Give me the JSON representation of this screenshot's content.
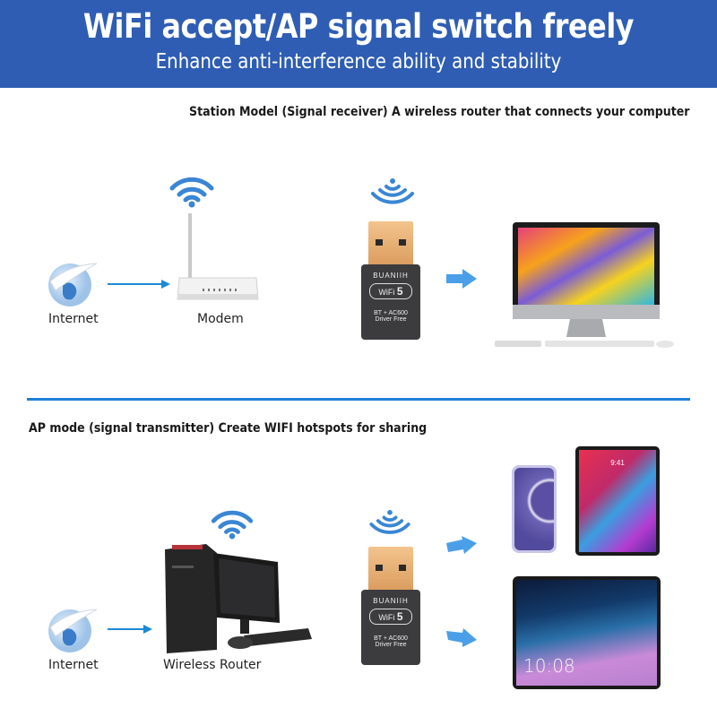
{
  "banner": {
    "title": "WiFi accept/AP signal switch freely",
    "subtitle": "Enhance anti-interference ability and stability",
    "background": "#2e5db3"
  },
  "station": {
    "heading": "Station Model (Signal receiver) A wireless router that connects your computer",
    "nodes": [
      {
        "label": "Internet",
        "icon": "globe-icon"
      },
      {
        "label": "Modem",
        "icon": "modem-router-icon"
      },
      {
        "label": "",
        "icon": "usb-wifi-adapter-icon"
      },
      {
        "label": "",
        "icon": "desktop-computer-icon"
      }
    ]
  },
  "ap": {
    "heading": "AP mode (signal transmitter) Create WIFI hotspots for sharing",
    "nodes": [
      {
        "label": "Internet",
        "icon": "globe-icon"
      },
      {
        "label": "Wireless Router",
        "icon": "desktop-tower-pc-icon"
      },
      {
        "label": "",
        "icon": "usb-wifi-adapter-icon"
      },
      {
        "label": "",
        "icon": "smartphone-icon"
      },
      {
        "label": "",
        "icon": "tablet-portrait-icon"
      },
      {
        "label": "",
        "icon": "tablet-landscape-icon"
      }
    ],
    "tablet_clock": "10:08",
    "tablet_portrait_clock": "9:41"
  },
  "adapter": {
    "brand": "BUANIIH",
    "badge_wifi": "WiFi",
    "badge_number": "5",
    "spec_line1": "BT + AC600",
    "spec_line2": "Driver Free"
  },
  "colors": {
    "accent": "#1f7fd6",
    "arrow": "#4a9fe8",
    "wifi_signal": "#3a86d4"
  }
}
